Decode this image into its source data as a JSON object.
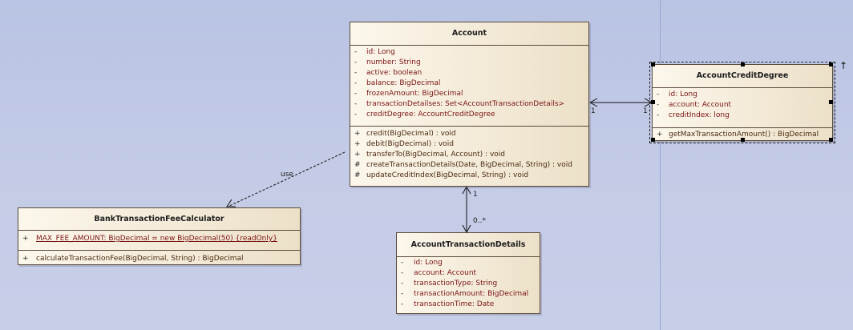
{
  "classes": {
    "account": {
      "name": "Account",
      "attributes": [
        {
          "vis": "-",
          "text": "id:  Long"
        },
        {
          "vis": "-",
          "text": "number:  String"
        },
        {
          "vis": "-",
          "text": "active:  boolean"
        },
        {
          "vis": "-",
          "text": "balance:  BigDecimal"
        },
        {
          "vis": "-",
          "text": "frozenAmount:  BigDecimal"
        },
        {
          "vis": "-",
          "text": "transactionDetailses:  Set<AccountTransactionDetails>"
        },
        {
          "vis": "-",
          "text": "creditDegree:  AccountCreditDegree"
        }
      ],
      "operations": [
        {
          "vis": "+",
          "text": "credit(BigDecimal) : void"
        },
        {
          "vis": "+",
          "text": "debit(BigDecimal) : void"
        },
        {
          "vis": "+",
          "text": "transferTo(BigDecimal, Account) : void"
        },
        {
          "vis": "#",
          "text": "createTransactionDetails(Date, BigDecimal, String) : void"
        },
        {
          "vis": "#",
          "text": "updateCreditIndex(BigDecimal, String) : void"
        }
      ]
    },
    "credit_degree": {
      "name": "AccountCreditDegree",
      "attributes": [
        {
          "vis": "-",
          "text": "id:  Long"
        },
        {
          "vis": "-",
          "text": "account:  Account"
        },
        {
          "vis": "-",
          "text": "creditIndex:  long"
        }
      ],
      "operations": [
        {
          "vis": "+",
          "text": "getMaxTransactionAmount() : BigDecimal"
        }
      ]
    },
    "fee_calculator": {
      "name": "BankTransactionFeeCalculator",
      "attributes": [
        {
          "vis": "+",
          "text": "MAX_FEE_AMOUNT:  BigDecimal = new BigDecimal(50) {readOnly}"
        }
      ],
      "operations": [
        {
          "vis": "+",
          "text": "calculateTransactionFee(BigDecimal, String) : BigDecimal"
        }
      ]
    },
    "transaction_details": {
      "name": "AccountTransactionDetails",
      "attributes": [
        {
          "vis": "-",
          "text": "id:  Long"
        },
        {
          "vis": "-",
          "text": "account:  Account"
        },
        {
          "vis": "-",
          "text": "transactionType:  String"
        },
        {
          "vis": "-",
          "text": "transactionAmount:  BigDecimal"
        },
        {
          "vis": "-",
          "text": "transactionTime:  Date"
        }
      ],
      "operations": []
    }
  },
  "relations": {
    "use_label": "use",
    "account_credit_left": "1",
    "account_credit_right": "1",
    "account_details_top": "1",
    "account_details_bottom": "0..*"
  }
}
